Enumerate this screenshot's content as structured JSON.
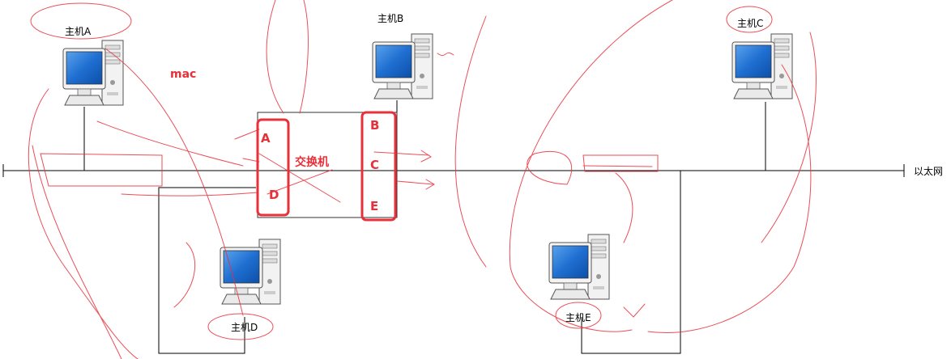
{
  "hosts": {
    "a": {
      "label": "主机A"
    },
    "b": {
      "label": "主机B"
    },
    "c": {
      "label": "主机C"
    },
    "d": {
      "label": "主机D"
    },
    "e": {
      "label": "主机E"
    }
  },
  "switch": {
    "label": "交换机",
    "ports_left": [
      "A",
      "D"
    ],
    "ports_right": [
      "B",
      "C",
      "E"
    ]
  },
  "annotation": {
    "mac": "mac"
  },
  "network": {
    "label": "以太网"
  },
  "colors": {
    "annotation": "#e8303a",
    "screen": "#1f6fd1",
    "line": "#000000"
  }
}
